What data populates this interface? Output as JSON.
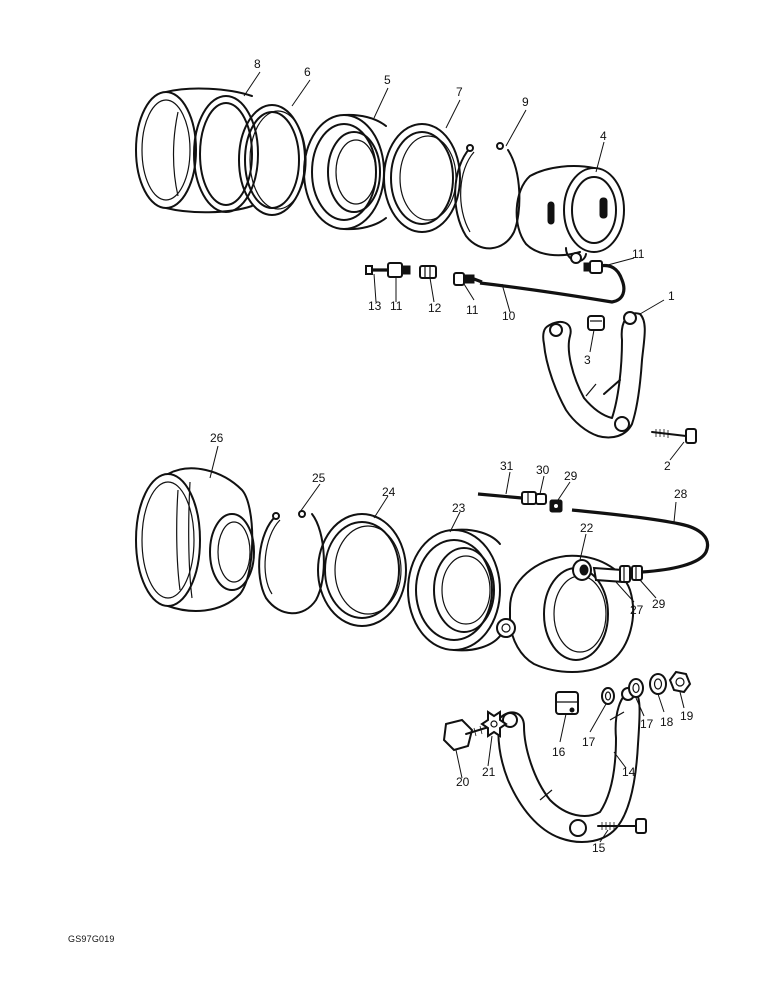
{
  "reference_code": "GS97G019",
  "callouts": {
    "c1": "1",
    "c2": "2",
    "c3": "3",
    "c4": "4",
    "c5": "5",
    "c6": "6",
    "c7": "7",
    "c8": "8",
    "c9": "9",
    "c10": "10",
    "c11a": "11",
    "c11b": "11",
    "c11c": "11",
    "c12": "12",
    "c13": "13",
    "c14": "14",
    "c15": "15",
    "c16": "16",
    "c17a": "17",
    "c17b": "17",
    "c18": "18",
    "c19": "19",
    "c20": "20",
    "c21": "21",
    "c22": "22",
    "c23": "23",
    "c24": "24",
    "c25": "25",
    "c26": "26",
    "c27": "27",
    "c28": "28",
    "c29a": "29",
    "c29b": "29",
    "c30": "30",
    "c31": "31"
  }
}
